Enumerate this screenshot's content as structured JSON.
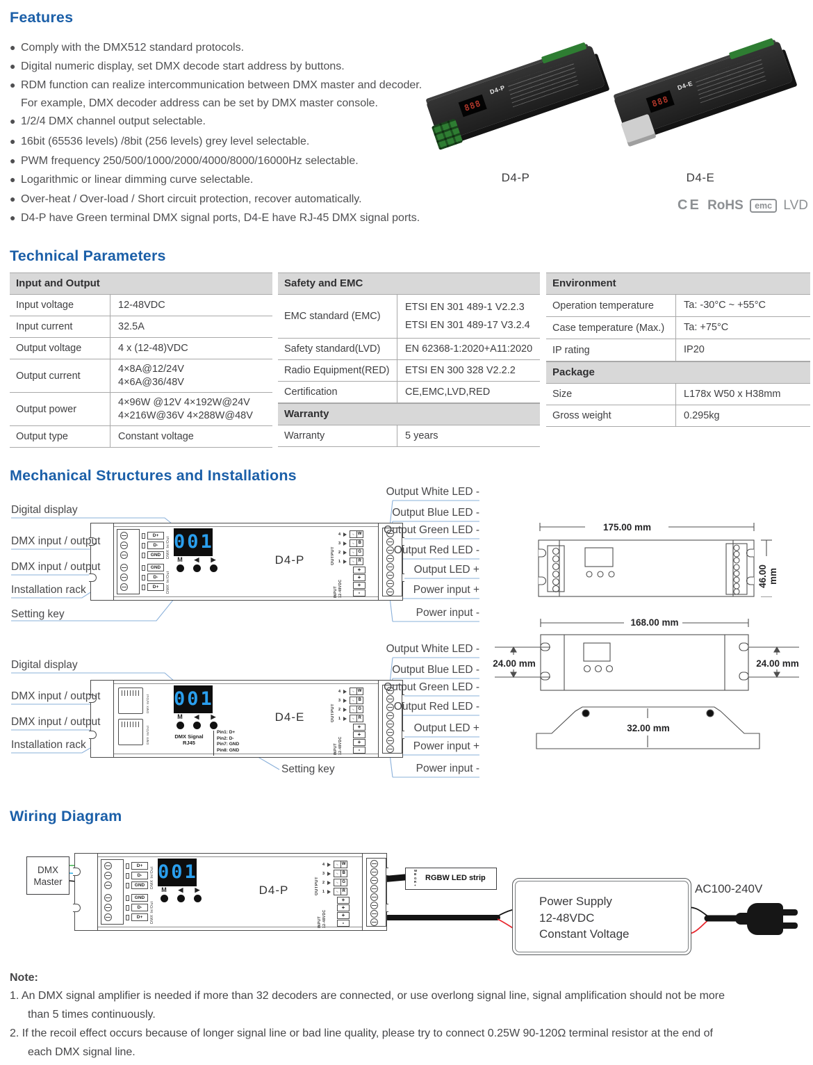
{
  "features": {
    "heading": "Features",
    "bullets": [
      "Comply with the DMX512 standard protocols.",
      "Digital numeric display, set DMX decode start address by buttons.",
      "RDM function can realize intercommunication between DMX master and decoder.",
      "For example, DMX decoder address can be set by DMX master console.",
      "1/2/4 DMX channel output selectable.",
      "16bit (65536 levels) /8bit (256 levels) grey level selectable.",
      "PWM frequency 250/500/1000/2000/4000/8000/16000Hz selectable.",
      "Logarithmic or linear dimming curve selectable.",
      "Over-heat / Over-load / Short circuit protection, recover automatically.",
      "D4-P have Green terminal DMX signal ports, D4-E have RJ-45 DMX signal ports."
    ]
  },
  "products": {
    "photo_display": "888"
  },
  "certs": {
    "ce": "CE",
    "rohs": "RoHS",
    "emc": "emc",
    "lvd": "LVD"
  },
  "tech": {
    "heading": "Technical Parameters",
    "io": {
      "header": "Input and Output",
      "rows": [
        {
          "label": "Input voltage",
          "value": "12-48VDC"
        },
        {
          "label": "Input current",
          "value": "32.5A"
        },
        {
          "label": "Output voltage",
          "value": "4 x (12-48)VDC"
        },
        {
          "label": "Output current",
          "value": "4×8A@12/24V\n4×6A@36/48V"
        },
        {
          "label": "Output power",
          "value": "4×96W @12V 4×192W@24V\n4×216W@36V 4×288W@48V"
        },
        {
          "label": "Output type",
          "value": "Constant voltage"
        }
      ]
    },
    "safety": {
      "header": "Safety and EMC",
      "rows": [
        {
          "label": "EMC standard (EMC)",
          "value": "ETSI EN 301 489-1 V2.2.3\nETSI EN 301 489-17 V3.2.4"
        },
        {
          "label": "Safety standard(LVD)",
          "value": "EN 62368-1:2020+A11:2020"
        },
        {
          "label": "Radio Equipment(RED)",
          "value": "ETSI EN 300 328 V2.2.2"
        },
        {
          "label": "Certification",
          "value": "CE,EMC,LVD,RED"
        }
      ]
    },
    "warranty": {
      "header": "Warranty",
      "rows": [
        {
          "label": "Warranty",
          "value": "5 years"
        }
      ]
    },
    "environment": {
      "header": "Environment",
      "rows": [
        {
          "label": "Operation temperature",
          "value": "Ta: -30°C ~ +55°C"
        },
        {
          "label": "Case temperature (Max.)",
          "value": "Ta: +75°C"
        },
        {
          "label": "IP rating",
          "value": "IP20"
        }
      ]
    },
    "package": {
      "header": "Package",
      "rows": [
        {
          "label": "Size",
          "value": "L178x W50 x H38mm"
        },
        {
          "label": "Gross weight",
          "value": "0.295kg"
        }
      ]
    }
  },
  "mech": {
    "heading": "Mechanical Structures and Installations",
    "left_callouts": [
      "Digital display",
      "DMX input / output",
      "DMX input / output",
      "Installation rack",
      "Setting key"
    ],
    "right_callouts": [
      "Output White LED -",
      "Output Blue LED -",
      "Output Green LED -",
      "Output Red LED -",
      "Output LED +",
      "Power input +",
      "Power input -"
    ],
    "setting_key": "Setting key",
    "dims": {
      "width": "175.00 mm",
      "height": "46.00 mm",
      "mount": "168.00 mm",
      "notch_left": "24.00 mm",
      "notch_right": "24.00 mm",
      "depth": "32.00 mm"
    }
  },
  "device": {
    "display": "001",
    "buttons": [
      "M",
      "◀",
      "▶"
    ],
    "dmx_labels": [
      "D+",
      "D-",
      "GND",
      "GND",
      "D-",
      "D+"
    ],
    "port_label": "DMX In/Out",
    "output_label": "OUTPUT",
    "channels": [
      "4",
      "3",
      "2",
      "1"
    ],
    "letters": [
      "W",
      "B",
      "G",
      "R"
    ],
    "plus": [
      "+",
      "+",
      "+",
      "-"
    ],
    "input_label": "INPUT",
    "input_v": "12-48VDC",
    "models": {
      "p": "D4-P",
      "e": "D4-E"
    },
    "rj45": {
      "title": "DMX Signal",
      "sub": "RJ45",
      "pins": [
        "Pin1: D+",
        "Pin2: D-",
        "Pin7: GND",
        "Pin8: GND"
      ]
    }
  },
  "wiring": {
    "heading": "Wiring Diagram",
    "dmx_master": "DMX\nMaster",
    "strip": "RGBW LED strip",
    "strip_pins": "W\nB\nG\nR\n+",
    "psu": "Power Supply\n12-48VDC\nConstant Voltage",
    "ac": "AC100-240V"
  },
  "note": {
    "heading": "Note:",
    "lines": [
      "1. An DMX signal amplifier is needed if more than 32 decoders are connected, or use overlong signal line, signal amplification should not be more",
      "than 5 times continuously.",
      "2. If the recoil effect occurs because of longer signal line or bad line quality, please try to connect 0.25W 90-120Ω terminal resistor at the end of",
      "each DMX signal line."
    ]
  },
  "colors": {
    "accent_blue": "#1b5fa8",
    "callout_blue": "#8ab0da",
    "display_blue": "#2a9fee",
    "wire_green": "#3bb44a",
    "wire_blue": "#2aabe2",
    "wire_yellow": "#f2c500",
    "wire_red": "#e8262d",
    "wire_black": "#141414"
  }
}
